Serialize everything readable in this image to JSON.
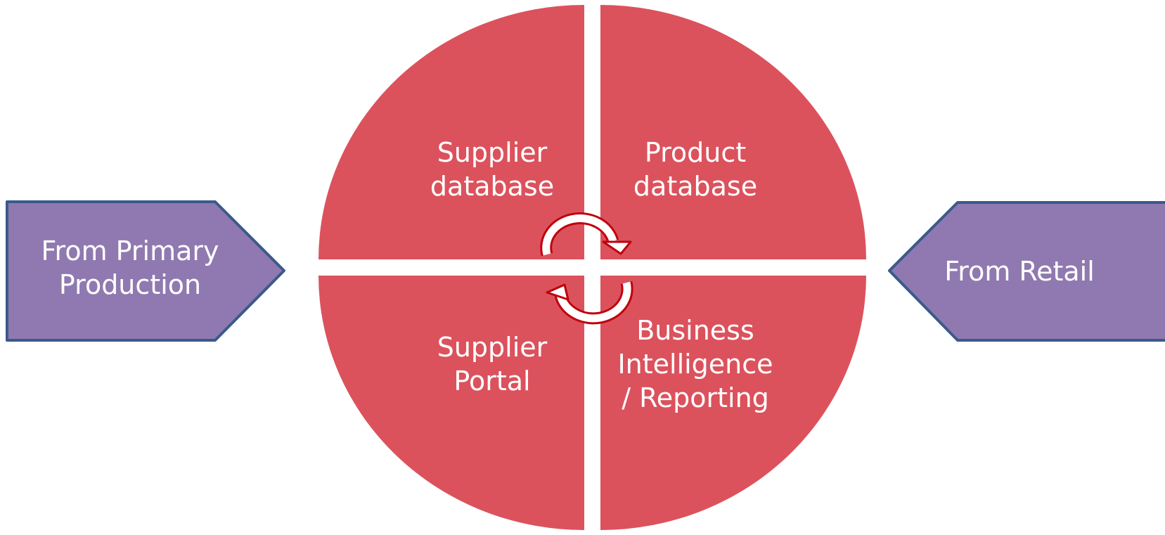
{
  "quadrants": {
    "top_left": {
      "label": "Supplier\ndatabase"
    },
    "top_right": {
      "label": "Product\ndatabase"
    },
    "bottom_left": {
      "label": "Supplier\nPortal"
    },
    "bottom_right": {
      "label": "Business\nIntelligence\n/ Reporting"
    }
  },
  "inputs": {
    "left": {
      "label": "From Primary\nProduction"
    },
    "right": {
      "label": "From Retail"
    }
  },
  "colors": {
    "quadrant_fill": "#db525d",
    "arrow_fill": "#9079b0",
    "arrow_stroke": "#3b5a8a",
    "cycle_stroke": "#c0000a",
    "cycle_fill": "#ffffff",
    "text": "#ffffff"
  },
  "icons": {
    "top_cycle": "clockwise-cycle-arrow-icon",
    "bottom_cycle": "clockwise-cycle-arrow-icon"
  }
}
